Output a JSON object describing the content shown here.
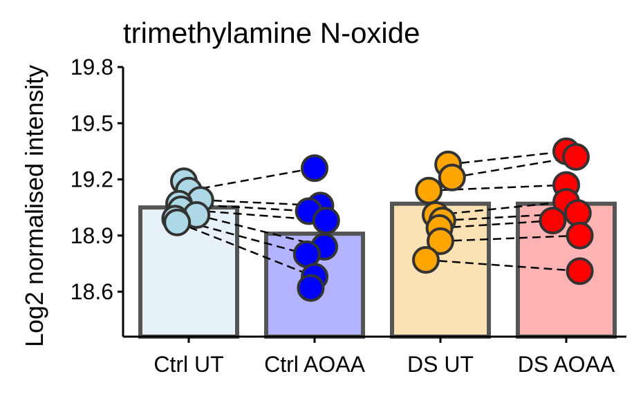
{
  "chart_data": {
    "type": "bar",
    "title": "trimethylamine N-oxide",
    "xlabel": "",
    "ylabel": "Log2 normalised intensity",
    "ylim": [
      18.36,
      19.8
    ],
    "yticks": [
      "18.6",
      "18.9",
      "19.2",
      "19.5",
      "19.8"
    ],
    "categories": [
      "Ctrl UT",
      "Ctrl AOAA",
      "DS UT",
      "DS AOAA"
    ],
    "values": [
      19.05,
      18.91,
      19.07,
      19.07
    ],
    "bar_fill_colors": [
      "#e6f1f8",
      "#b3b3ff",
      "#fbe2b4",
      "#ffb3b3"
    ],
    "point_colors": [
      "#add8e6",
      "#0000ff",
      "#ffa500",
      "#ff0000"
    ],
    "bar_edge_color": "#555555",
    "points": [
      [
        19.19,
        19.14,
        19.09,
        19.07,
        19.04,
        19.01,
        18.99,
        18.97
      ],
      [
        19.26,
        19.06,
        19.03,
        18.98,
        18.84,
        18.8,
        18.68,
        18.62
      ],
      [
        19.28,
        19.21,
        19.14,
        19.01,
        18.98,
        18.94,
        18.87,
        18.77
      ],
      [
        19.35,
        19.32,
        19.17,
        19.08,
        19.02,
        18.98,
        18.9,
        18.71
      ]
    ],
    "point_offsets": [
      [
        -0.05,
        0.0,
        0.12,
        -0.1,
        -0.08,
        0.08,
        -0.14,
        -0.12
      ],
      [
        0.0,
        0.06,
        -0.06,
        0.12,
        0.1,
        -0.08,
        0.0,
        -0.04
      ],
      [
        0.08,
        0.12,
        -0.12,
        -0.05,
        0.02,
        -0.01,
        0.0,
        -0.15
      ],
      [
        0.0,
        0.1,
        0.0,
        0.0,
        0.12,
        -0.14,
        0.14,
        0.14
      ]
    ],
    "pairs_1_2": [
      [
        19.14,
        19.26
      ],
      [
        19.09,
        19.06
      ],
      [
        19.07,
        19.03
      ],
      [
        19.04,
        18.98
      ],
      [
        19.01,
        18.84
      ],
      [
        18.99,
        18.8
      ],
      [
        18.97,
        18.68
      ]
    ],
    "pairs_3_4": [
      [
        19.28,
        19.35
      ],
      [
        19.21,
        19.32
      ],
      [
        19.14,
        19.17
      ],
      [
        19.01,
        19.08
      ],
      [
        18.98,
        19.02
      ],
      [
        18.94,
        18.98
      ],
      [
        18.87,
        18.9
      ],
      [
        18.77,
        18.71
      ]
    ],
    "grid": false,
    "legend": "none"
  }
}
